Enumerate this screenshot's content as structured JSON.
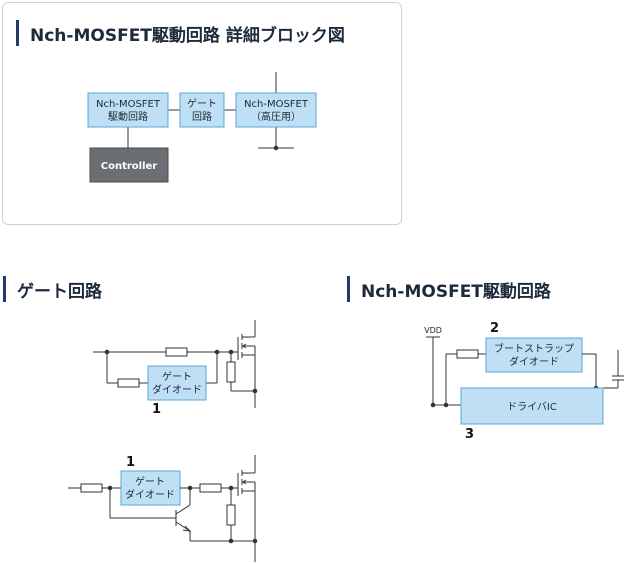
{
  "main_title": "Nch-MOSFET駆動回路 詳細ブロック図",
  "block_diagram": {
    "driver_block": [
      "Nch-MOSFET",
      "駆動回路"
    ],
    "gate_block": [
      "ゲート",
      "回路"
    ],
    "mosfet_block": [
      "Nch-MOSFET",
      "（高圧用）"
    ],
    "controller_block": "Controller"
  },
  "gate_section": {
    "title": "ゲート回路",
    "circuit1": {
      "diode_label": [
        "ゲート",
        "ダイオード"
      ],
      "number": "1"
    },
    "circuit2": {
      "diode_label": [
        "ゲート",
        "ダイオード"
      ],
      "number": "1"
    }
  },
  "driver_section": {
    "title": "Nch-MOSFET駆動回路",
    "vdd_label": "VDD",
    "bootstrap_label": [
      "ブートストラップ",
      "ダイオード"
    ],
    "bootstrap_number": "2",
    "driver_ic_label": "ドライバIC",
    "driver_ic_number": "3"
  },
  "colors": {
    "block_fill": "#bfdff5",
    "block_stroke": "#5aa7d8",
    "controller_fill": "#6b6f73",
    "heading_bar": "#1f3d6b",
    "wire": "#333333"
  }
}
